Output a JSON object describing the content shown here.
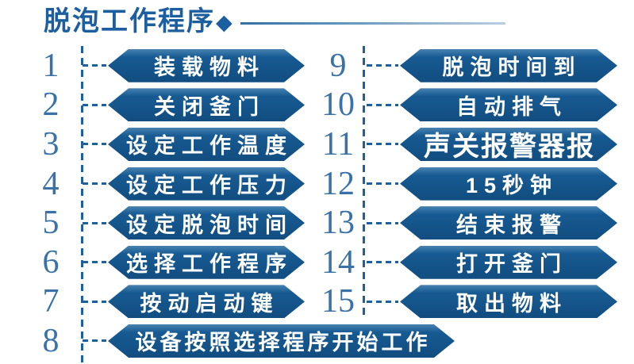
{
  "title": {
    "text": "脱泡工作程序",
    "diamond_icon": "◆"
  },
  "colors": {
    "primary": "#1c5fa0",
    "capsule": "#175a92",
    "capsule_dark": "#114d80",
    "capsule_highlight": "#4884b2",
    "number": "#3a72a8",
    "dash": "#1f5f9e",
    "rule_start": "#3470a3",
    "rule_end": "#b7cfe2",
    "label_text": "#ffffff"
  },
  "columns": {
    "left": {
      "steps": [
        {
          "num": "1",
          "label": "装载物料"
        },
        {
          "num": "2",
          "label": "关闭釜门"
        },
        {
          "num": "3",
          "label": "设定工作温度"
        },
        {
          "num": "4",
          "label": "设定工作压力"
        },
        {
          "num": "5",
          "label": "设定脱泡时间"
        },
        {
          "num": "6",
          "label": "选择工作程序"
        },
        {
          "num": "7",
          "label": "按动启动键"
        },
        {
          "num": "8",
          "label": "设备按照选择程序开始工作"
        }
      ]
    },
    "right": {
      "steps": [
        {
          "num": "9",
          "label": "脱泡时间到"
        },
        {
          "num": "10",
          "label": "自动排气"
        },
        {
          "num": "11",
          "label": "声关报警器报"
        },
        {
          "num": "12",
          "label": "15秒钟"
        },
        {
          "num": "13",
          "label": "结束报警"
        },
        {
          "num": "14",
          "label": "打开釜门"
        },
        {
          "num": "15",
          "label": "取出物料"
        }
      ]
    }
  }
}
